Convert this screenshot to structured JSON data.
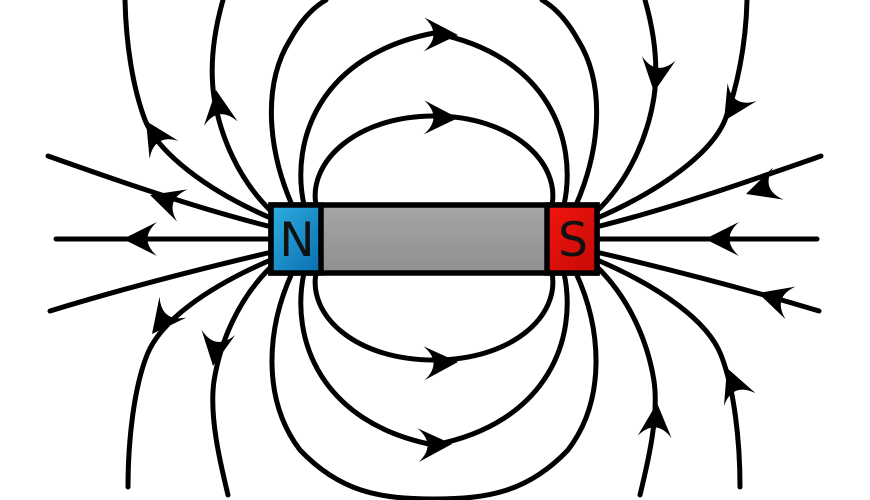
{
  "diagram": {
    "type": "bar-magnet-magnetic-field",
    "background_color": "#ffffff",
    "magnet": {
      "north_label": "N",
      "south_label": "S",
      "north_pole_position": "left",
      "south_pole_position": "right",
      "north_color_light": "#2fb0e2",
      "north_color_dark": "#0a6cb0",
      "south_color_light": "#f2150f",
      "south_color_dark": "#c50a05",
      "body_color_light": "#a6a6a6",
      "body_color_dark": "#8f8f8f",
      "outline_color": "#000000",
      "label_color": "#111111"
    },
    "field_lines": {
      "color": "#000000",
      "closed_loops_above_magnet": 3,
      "closed_loops_below_magnet": 3,
      "open_field_lines": 14,
      "arrowhead_count": 17,
      "flow": "arrows point out of the N pole, curve around, and enter the S pole"
    }
  }
}
